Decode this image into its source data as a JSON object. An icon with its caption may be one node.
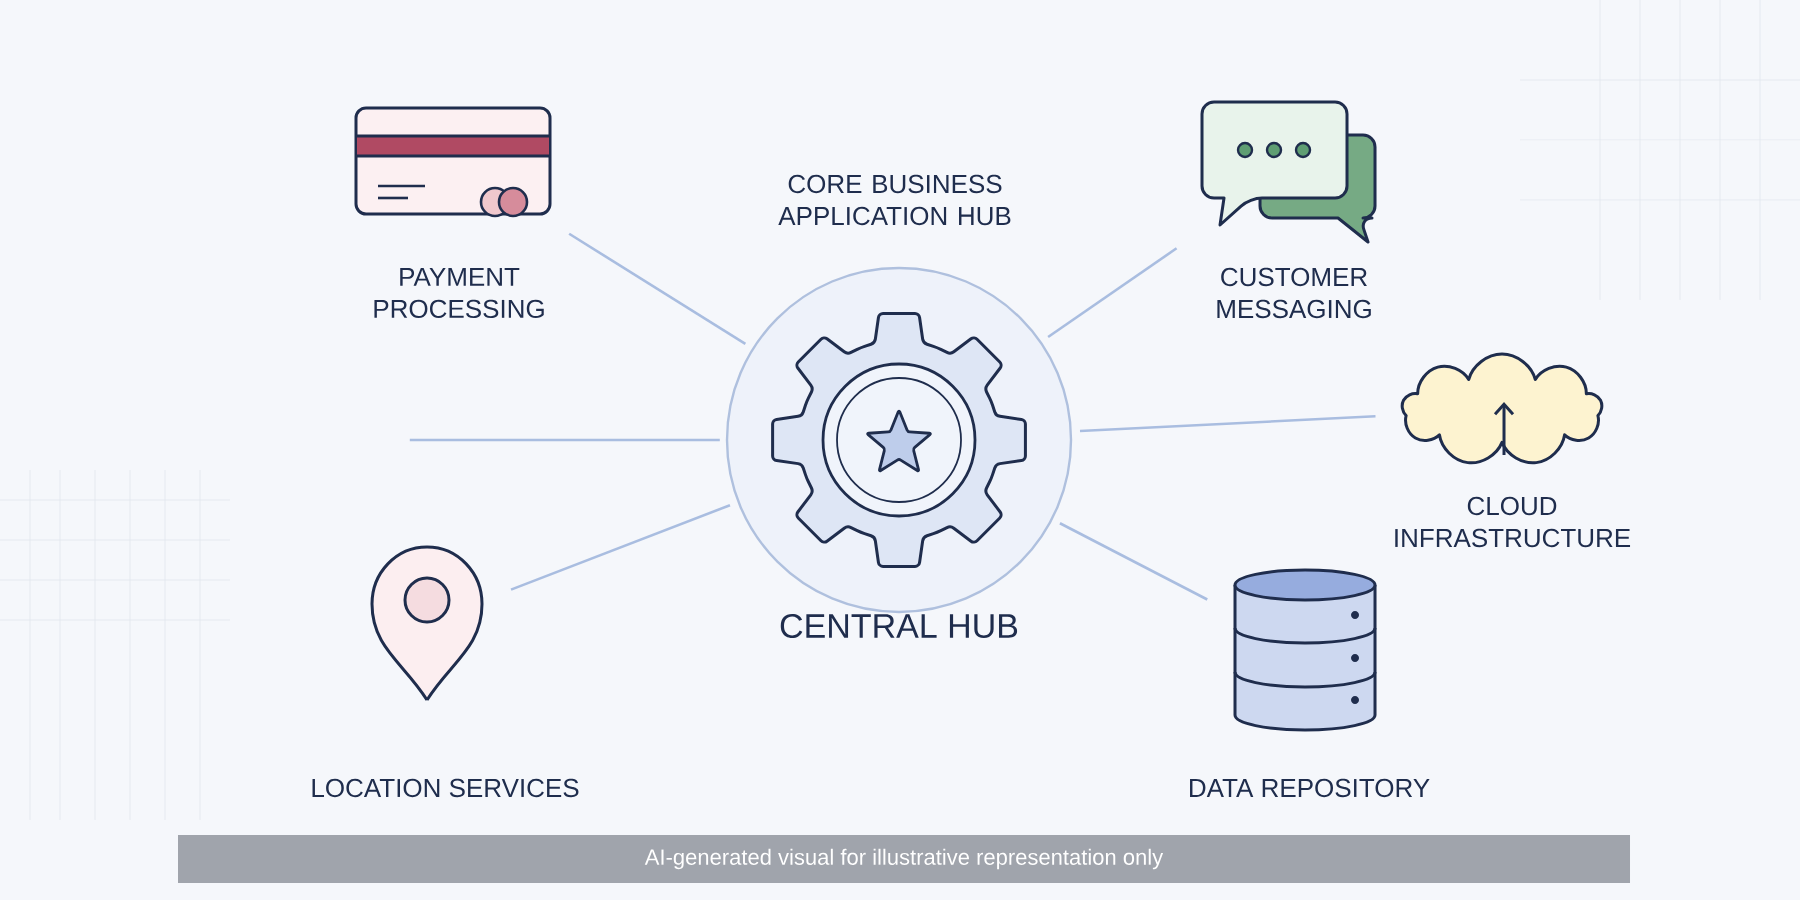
{
  "diagram": {
    "title": "CORE BUSINESS APPLICATION HUB",
    "caption": "AI-generated visual for illustrative representation only",
    "nodes": [
      {
        "text": [
          "CENTRAL HUB"
        ]
      },
      {
        "text": [
          "PAYMENT PROCESSING"
        ]
      },
      {
        "text": [
          "CUSTOMER MESSAGING"
        ]
      },
      {
        "text": [
          "CLOUD INFRASTRUCTURE"
        ]
      },
      {
        "text": [
          "LOCATION SERVICES"
        ]
      },
      {
        "text": [
          "DATA REPOSITORY"
        ]
      }
    ],
    "edges": [
      {
        "from": 0,
        "to": 1,
        "arrow": "none"
      },
      {
        "from": 0,
        "to": 2,
        "arrow": "none"
      },
      {
        "from": 0,
        "to": 3,
        "arrow": "none"
      },
      {
        "from": 0,
        "to": null,
        "arrow": "none"
      },
      {
        "from": 0,
        "to": 4,
        "arrow": "none"
      },
      {
        "from": 0,
        "to": 5,
        "arrow": "none"
      }
    ]
  }
}
